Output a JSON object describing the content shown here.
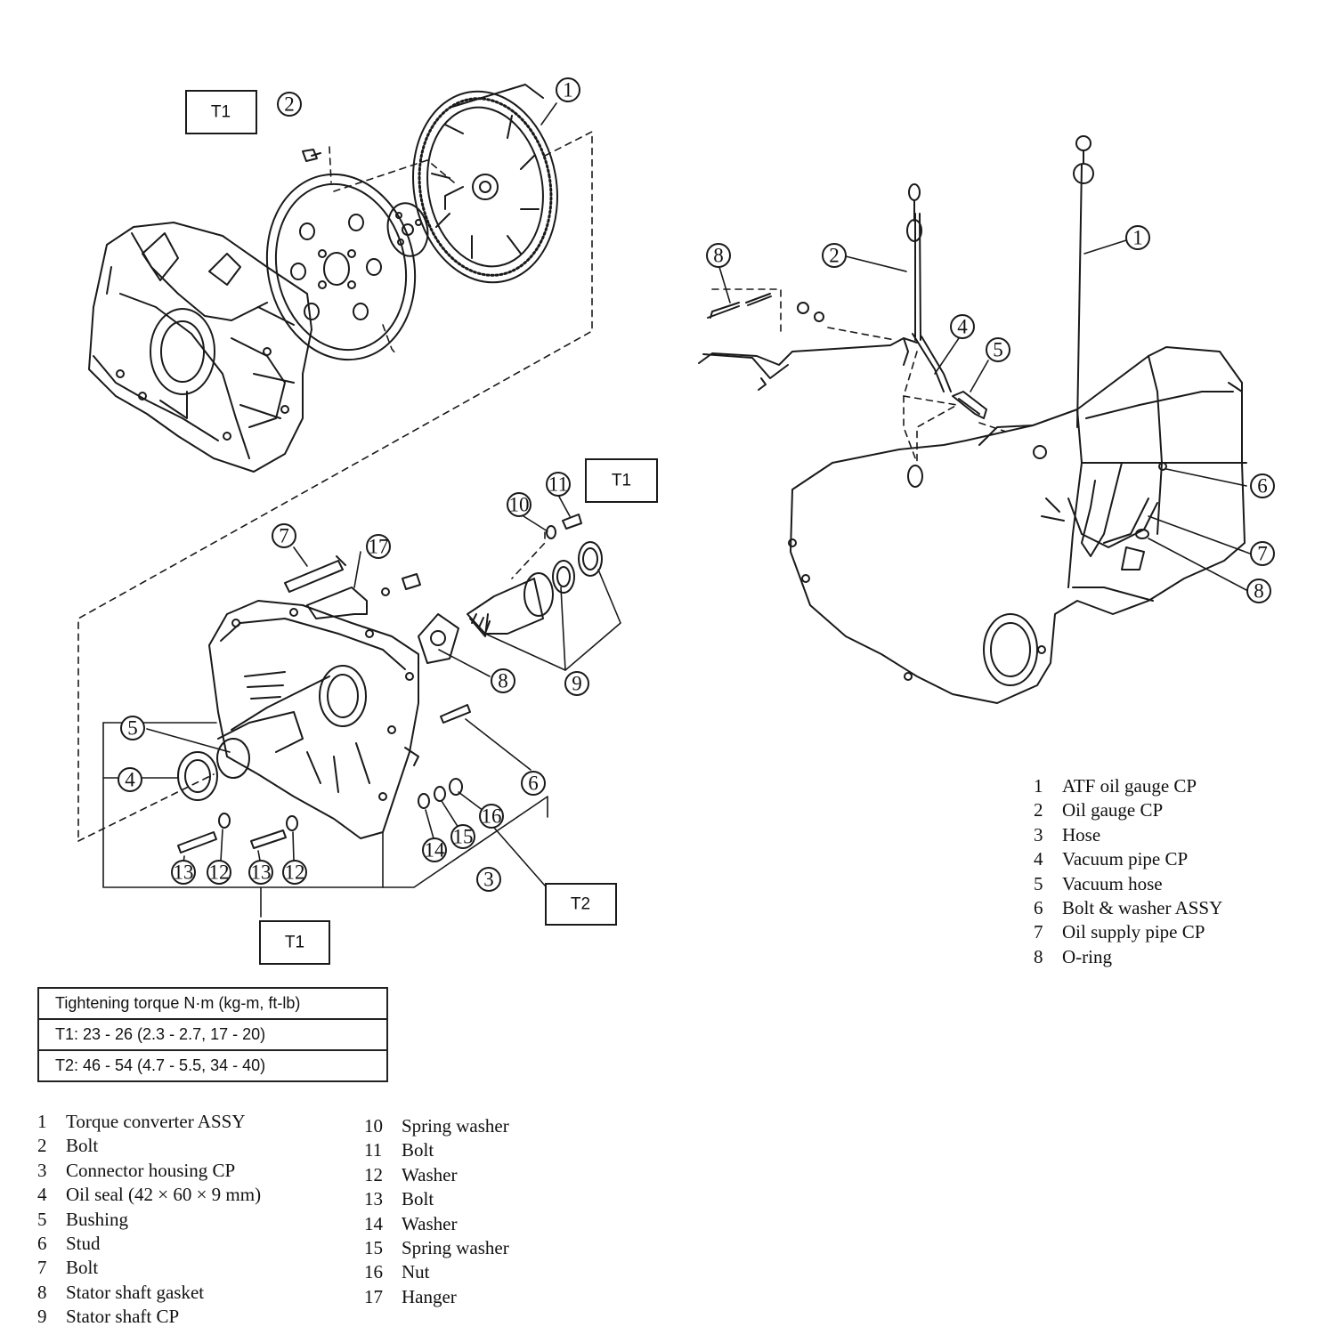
{
  "callouts_left": {
    "c1": "1",
    "c2": "2",
    "c3": "3",
    "c4": "4",
    "c5": "5",
    "c6": "6",
    "c7": "7",
    "c8": "8",
    "c9": "9",
    "c10": "10",
    "c11": "11",
    "c12a": "12",
    "c12b": "12",
    "c13a": "13",
    "c13b": "13",
    "c14": "14",
    "c15": "15",
    "c16": "16",
    "c17": "17"
  },
  "callouts_right": {
    "r1": "1",
    "r2": "2",
    "r4": "4",
    "r5": "5",
    "r6": "6",
    "r7": "7",
    "r8a": "8",
    "r8b": "8"
  },
  "torque_boxes": {
    "t1_top": "T1",
    "t1_mid": "T1",
    "t1_bottom": "T1",
    "t2": "T2"
  },
  "torque_table": {
    "header": "Tightening torque  N·m (kg-m, ft-lb)",
    "rows": [
      "T1:   23 - 26 (2.3 - 2.7, 17 - 20)",
      "T2:   46 - 54 (4.7 - 5.5, 34 - 40)"
    ]
  },
  "parts_list_left": [
    {
      "num": "1",
      "name": "Torque converter ASSY"
    },
    {
      "num": "2",
      "name": "Bolt"
    },
    {
      "num": "3",
      "name": "Connector housing CP"
    },
    {
      "num": "4",
      "name": "Oil seal (42 × 60 × 9 mm)"
    },
    {
      "num": "5",
      "name": "Bushing"
    },
    {
      "num": "6",
      "name": "Stud"
    },
    {
      "num": "7",
      "name": "Bolt"
    },
    {
      "num": "8",
      "name": "Stator shaft gasket"
    },
    {
      "num": "9",
      "name": "Stator shaft CP"
    }
  ],
  "parts_list_middle": [
    {
      "num": "10",
      "name": "Spring washer"
    },
    {
      "num": "11",
      "name": "Bolt"
    },
    {
      "num": "12",
      "name": "Washer"
    },
    {
      "num": "13",
      "name": "Bolt"
    },
    {
      "num": "14",
      "name": "Washer"
    },
    {
      "num": "15",
      "name": "Spring washer"
    },
    {
      "num": "16",
      "name": "Nut"
    },
    {
      "num": "17",
      "name": "Hanger"
    }
  ],
  "parts_list_right": [
    {
      "num": "1",
      "name": "ATF oil gauge CP"
    },
    {
      "num": "2",
      "name": "Oil gauge CP"
    },
    {
      "num": "3",
      "name": "Hose"
    },
    {
      "num": "4",
      "name": "Vacuum pipe CP"
    },
    {
      "num": "5",
      "name": "Vacuum hose"
    },
    {
      "num": "6",
      "name": "Bolt & washer ASSY"
    },
    {
      "num": "7",
      "name": "Oil supply pipe CP"
    },
    {
      "num": "8",
      "name": "O-ring"
    }
  ]
}
